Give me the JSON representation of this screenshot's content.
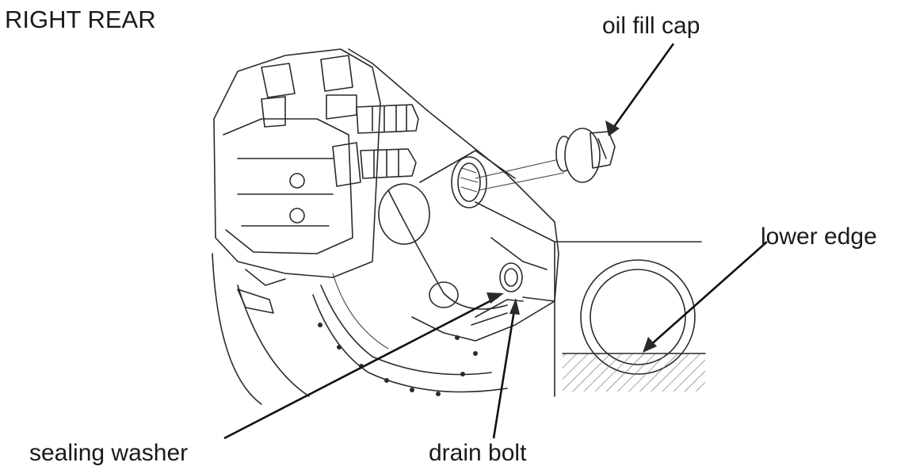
{
  "diagram": {
    "title": "RIGHT REAR",
    "labels": {
      "oil_fill_cap": "oil fill cap",
      "lower_edge": "lower edge",
      "sealing_washer": "sealing washer",
      "drain_bolt": "drain bolt"
    }
  }
}
